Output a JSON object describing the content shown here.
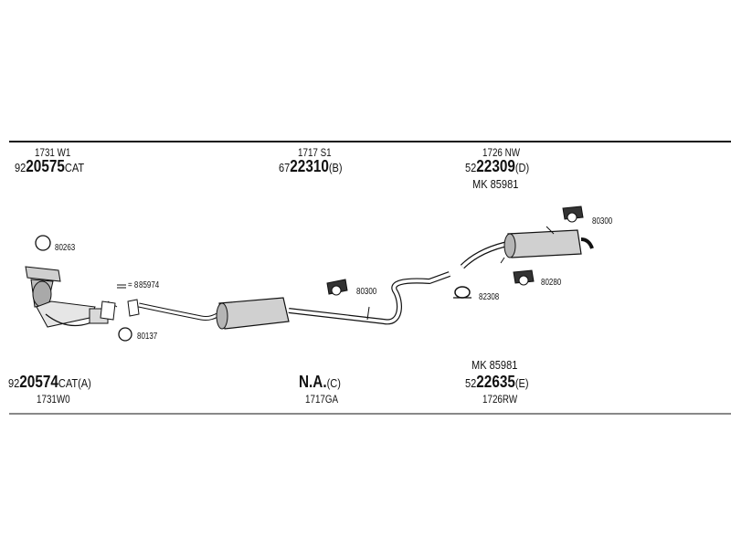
{
  "top_row": [
    {
      "name": "1731 W1",
      "prefix": "92",
      "number": "20575",
      "suffix": "CAT"
    },
    {
      "name": "1717 S1",
      "prefix": "67",
      "number": "22310",
      "suffix": "(B)"
    },
    {
      "name": "1726 NW",
      "prefix": "52",
      "number": "22309",
      "suffix": "(D)",
      "kit": "MK 85981"
    }
  ],
  "bottom_row": [
    {
      "prefix": "92",
      "number": "20574",
      "suffix": "CAT(A)",
      "name": "1731W0"
    },
    {
      "prefix": "",
      "number": "N.A.",
      "suffix": "(C)",
      "name": "1717GA"
    },
    {
      "kit": "MK 85981",
      "prefix": "52",
      "number": "22635",
      "suffix": "(E)",
      "name": "1726RW"
    }
  ],
  "callouts": {
    "c80263": "80263",
    "c85974": "85974",
    "c85974_prefix": "= 8",
    "c80137": "80137",
    "c80300_mid": "80300",
    "c82308": "82308",
    "c80300_right": "80300",
    "c80280": "80280"
  },
  "colors": {
    "line": "#111111",
    "part_fill": "#d9d9d9",
    "part_dark": "#8a8a8a"
  }
}
